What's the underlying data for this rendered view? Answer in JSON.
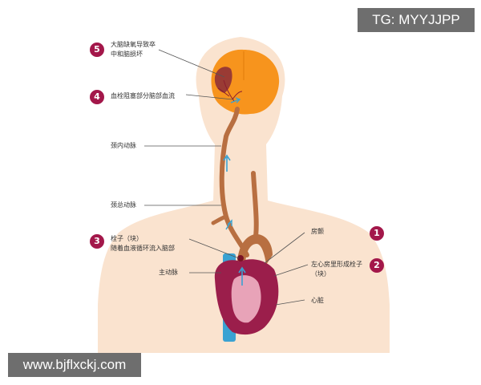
{
  "colors": {
    "skin": "#fae3cf",
    "brain": "#f7941d",
    "artery": "#b86f41",
    "heart": "#9b1e4b",
    "vessel_blue": "#3aa2d2",
    "badge": "#a3174a"
  },
  "steps": {
    "s1": {
      "number": "1",
      "text": "房颤"
    },
    "s2": {
      "number": "2",
      "text_line1": "左心房里形成栓子",
      "text_line2": "（块）"
    },
    "s3": {
      "number": "3",
      "text_line1": "栓子（块）",
      "text_line2": "随着血液循环流入脑部"
    },
    "s4": {
      "number": "4",
      "text": "血栓阻塞部分脑部血流"
    },
    "s5": {
      "number": "5",
      "text_line1": "大脑缺氧导致卒",
      "text_line2": "中和脑损坏"
    }
  },
  "labels": {
    "internal_carotid": "颈内动脉",
    "common_carotid": "颈总动脉",
    "aorta": "主动脉",
    "heart": "心脏"
  },
  "watermarks": {
    "top": "TG: MYYJJPP",
    "bottom": "www.bjflxckj.com"
  }
}
